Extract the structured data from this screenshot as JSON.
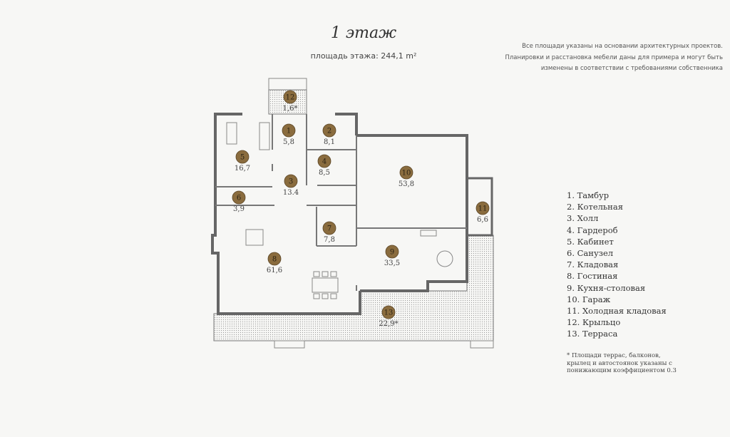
{
  "header": {
    "title": "1 этаж",
    "area_label": "площадь этажа: 244,1 m²"
  },
  "note": {
    "lines": [
      "Все площади указаны на основании архитектурных проектов.",
      "Планировки и расстановка мебели даны для примера и могут быть",
      "изменены в соответствии с требованиями собственника"
    ]
  },
  "rooms": [
    {
      "num": "1",
      "area": "5,8"
    },
    {
      "num": "2",
      "area": "8,1"
    },
    {
      "num": "3",
      "area": "13.4"
    },
    {
      "num": "4",
      "area": "8,5"
    },
    {
      "num": "5",
      "area": "16,7"
    },
    {
      "num": "6",
      "area": "3,9"
    },
    {
      "num": "7",
      "area": "7,8"
    },
    {
      "num": "8",
      "area": "61,6"
    },
    {
      "num": "9",
      "area": "33,5"
    },
    {
      "num": "10",
      "area": "53,8"
    },
    {
      "num": "11",
      "area": "6,6"
    },
    {
      "num": "12",
      "area": "1,6*"
    },
    {
      "num": "13",
      "area": "22,9*"
    }
  ],
  "legend": [
    "1. Тамбур",
    "2. Котельная",
    "3. Холл",
    "4. Гардероб",
    "5. Кабинет",
    "6. Санузел",
    "7. Кладовая",
    "8. Гостиная",
    "9. Кухня-столовая",
    "10. Гараж",
    "11. Холодная кладовая",
    "12. Крыльцо",
    "13. Терраса"
  ],
  "footnote": {
    "lines": [
      "* Площади террас, балконов,",
      "крылец и автостоянок указаны с",
      "понижающим коэффициентом 0.3"
    ]
  },
  "colors": {
    "marker": "#8a6c3e",
    "wall": "#6b6b6b",
    "background": "#f7f7f5"
  }
}
